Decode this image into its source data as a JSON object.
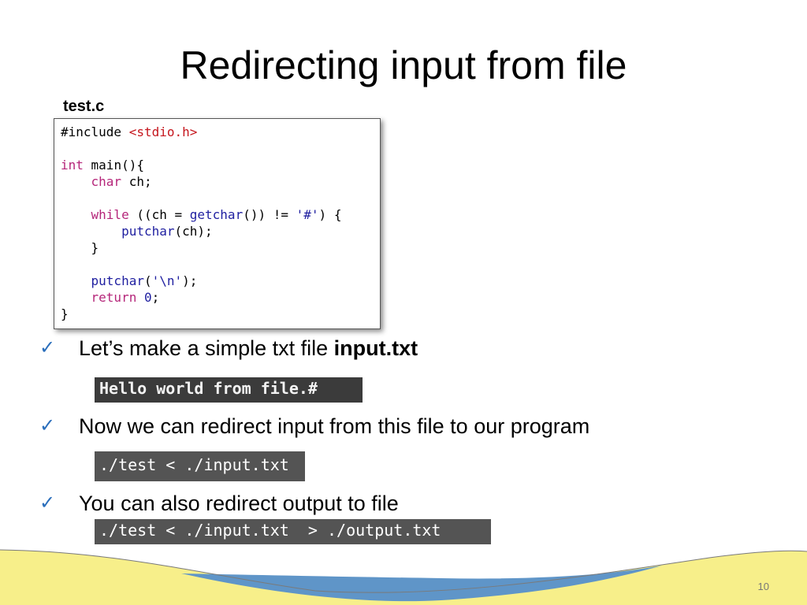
{
  "slide": {
    "title": "Redirecting input from file",
    "file_label": "test.c",
    "code": [
      {
        "parts": [
          {
            "t": "#include ",
            "c": "plain"
          },
          {
            "t": "<stdio.h>",
            "c": "str"
          }
        ]
      },
      {
        "parts": [
          {
            "t": "",
            "c": "plain"
          }
        ]
      },
      {
        "parts": [
          {
            "t": "int",
            "c": "kw"
          },
          {
            "t": " main(){",
            "c": "plain"
          }
        ]
      },
      {
        "parts": [
          {
            "t": "    ",
            "c": "plain"
          },
          {
            "t": "char",
            "c": "kw"
          },
          {
            "t": " ch;",
            "c": "plain"
          }
        ]
      },
      {
        "parts": [
          {
            "t": "",
            "c": "plain"
          }
        ]
      },
      {
        "parts": [
          {
            "t": "    ",
            "c": "plain"
          },
          {
            "t": "while",
            "c": "kw"
          },
          {
            "t": " ((ch = ",
            "c": "plain"
          },
          {
            "t": "getchar",
            "c": "fn"
          },
          {
            "t": "()) != ",
            "c": "plain"
          },
          {
            "t": "'#'",
            "c": "fn"
          },
          {
            "t": ") {",
            "c": "plain"
          }
        ]
      },
      {
        "parts": [
          {
            "t": "        ",
            "c": "plain"
          },
          {
            "t": "putchar",
            "c": "fn"
          },
          {
            "t": "(ch);",
            "c": "plain"
          }
        ]
      },
      {
        "parts": [
          {
            "t": "    }",
            "c": "plain"
          }
        ]
      },
      {
        "parts": [
          {
            "t": "",
            "c": "plain"
          }
        ]
      },
      {
        "parts": [
          {
            "t": "    ",
            "c": "plain"
          },
          {
            "t": "putchar",
            "c": "fn"
          },
          {
            "t": "(",
            "c": "plain"
          },
          {
            "t": "'\\n'",
            "c": "fn"
          },
          {
            "t": ");",
            "c": "plain"
          }
        ]
      },
      {
        "parts": [
          {
            "t": "    ",
            "c": "plain"
          },
          {
            "t": "return",
            "c": "kw"
          },
          {
            "t": " ",
            "c": "plain"
          },
          {
            "t": "0",
            "c": "num"
          },
          {
            "t": ";",
            "c": "plain"
          }
        ]
      },
      {
        "parts": [
          {
            "t": "}",
            "c": "plain"
          }
        ]
      }
    ],
    "bullets": [
      {
        "text": "Let’s make a simple txt file ",
        "bold": "input.txt"
      },
      {
        "text": "Now we can redirect input from this file to our program",
        "bold": ""
      },
      {
        "text": "You can also redirect output to file",
        "bold": ""
      }
    ],
    "terminals": [
      "Hello world from file.#",
      "./test < ./input.txt",
      "./test < ./input.txt  > ./output.txt"
    ],
    "check_glyph": "✓",
    "page_number": "10",
    "colors": {
      "keyword": "#b5267a",
      "string": "#c5161d",
      "function": "#1f1fa0",
      "check": "#2a6ebb",
      "wave_yellow": "#f7ef8a",
      "wave_blue": "#5f95c8"
    }
  }
}
